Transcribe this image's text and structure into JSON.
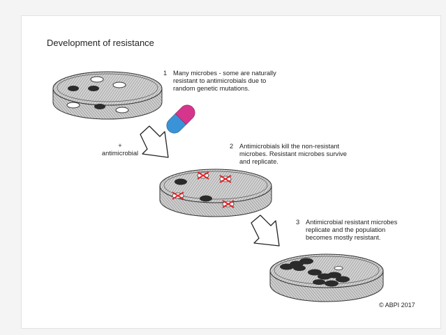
{
  "header": {
    "caption": "Development of resistance"
  },
  "steps": [
    {
      "number": "1",
      "text": "Many microbes - some are naturally\nresistant to antimicrobials due to\nrandom genetic mutations."
    },
    {
      "number": "2",
      "text": "Antimicrobials kill the non-resistant\nmicrobes. Resistant microbes survive\nand replicate."
    },
    {
      "number": "3",
      "text": "Antimicrobial resistant microbes\nreplicate and the population\nbecomes mostly resistant."
    }
  ],
  "antimicrobial_label": {
    "plus": "+",
    "word": "antimicrobial"
  },
  "copyright": "© ABPI 2017",
  "colors": {
    "capsule_magenta": "#d6358c",
    "capsule_blue": "#3a93d6",
    "cross_red": "#e0272b",
    "microbe_dark": "#2b2b2b",
    "dish_hatch": "#9a9a9a"
  },
  "icons": [
    "petri-dish-icon",
    "capsule-icon",
    "arrow-icon",
    "cross-icon"
  ]
}
